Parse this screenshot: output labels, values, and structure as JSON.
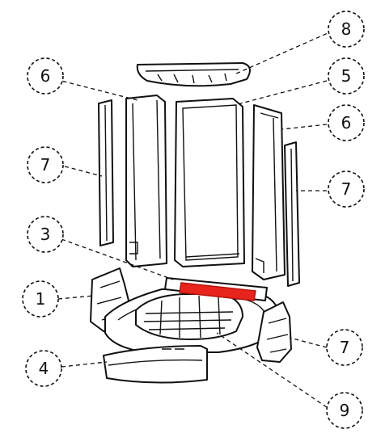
{
  "colors": {
    "highlight": "#e8251c",
    "line": "#111111",
    "background": "#ffffff"
  },
  "callouts": [
    {
      "id": "c8",
      "label": "8"
    },
    {
      "id": "c6a",
      "label": "6"
    },
    {
      "id": "c5",
      "label": "5"
    },
    {
      "id": "c6b",
      "label": "6"
    },
    {
      "id": "c7a",
      "label": "7"
    },
    {
      "id": "c7b",
      "label": "7"
    },
    {
      "id": "c3",
      "label": "3"
    },
    {
      "id": "c1",
      "label": "1"
    },
    {
      "id": "c7c",
      "label": "7"
    },
    {
      "id": "c4",
      "label": "4"
    },
    {
      "id": "c9",
      "label": "9"
    }
  ]
}
